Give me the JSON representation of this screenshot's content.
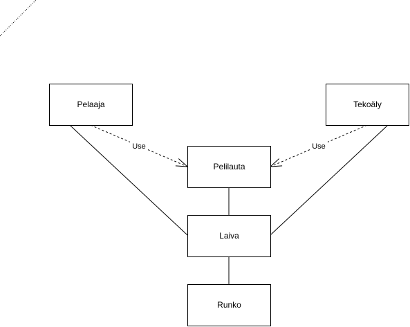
{
  "diagram": {
    "nodes": {
      "pelaaja": {
        "label": "Pelaaja"
      },
      "tekoaly": {
        "label": "Tekoäly"
      },
      "pelilauta": {
        "label": "Pelilauta"
      },
      "laiva": {
        "label": "Laiva"
      },
      "runko": {
        "label": "Runko"
      }
    },
    "edges": {
      "pelaaja_to_pelilauta": {
        "label": "Use",
        "style": "dashed",
        "arrow": "open"
      },
      "tekoaly_to_pelilauta": {
        "label": "Use",
        "style": "dashed",
        "arrow": "open"
      },
      "pelaaja_laiva": {
        "style": "solid"
      },
      "tekoaly_laiva": {
        "style": "solid"
      },
      "pelilauta_laiva": {
        "style": "solid"
      },
      "laiva_runko": {
        "style": "solid"
      }
    },
    "colors": {
      "stroke": "#000000",
      "fill": "#ffffff",
      "background": "#ffffff"
    }
  }
}
